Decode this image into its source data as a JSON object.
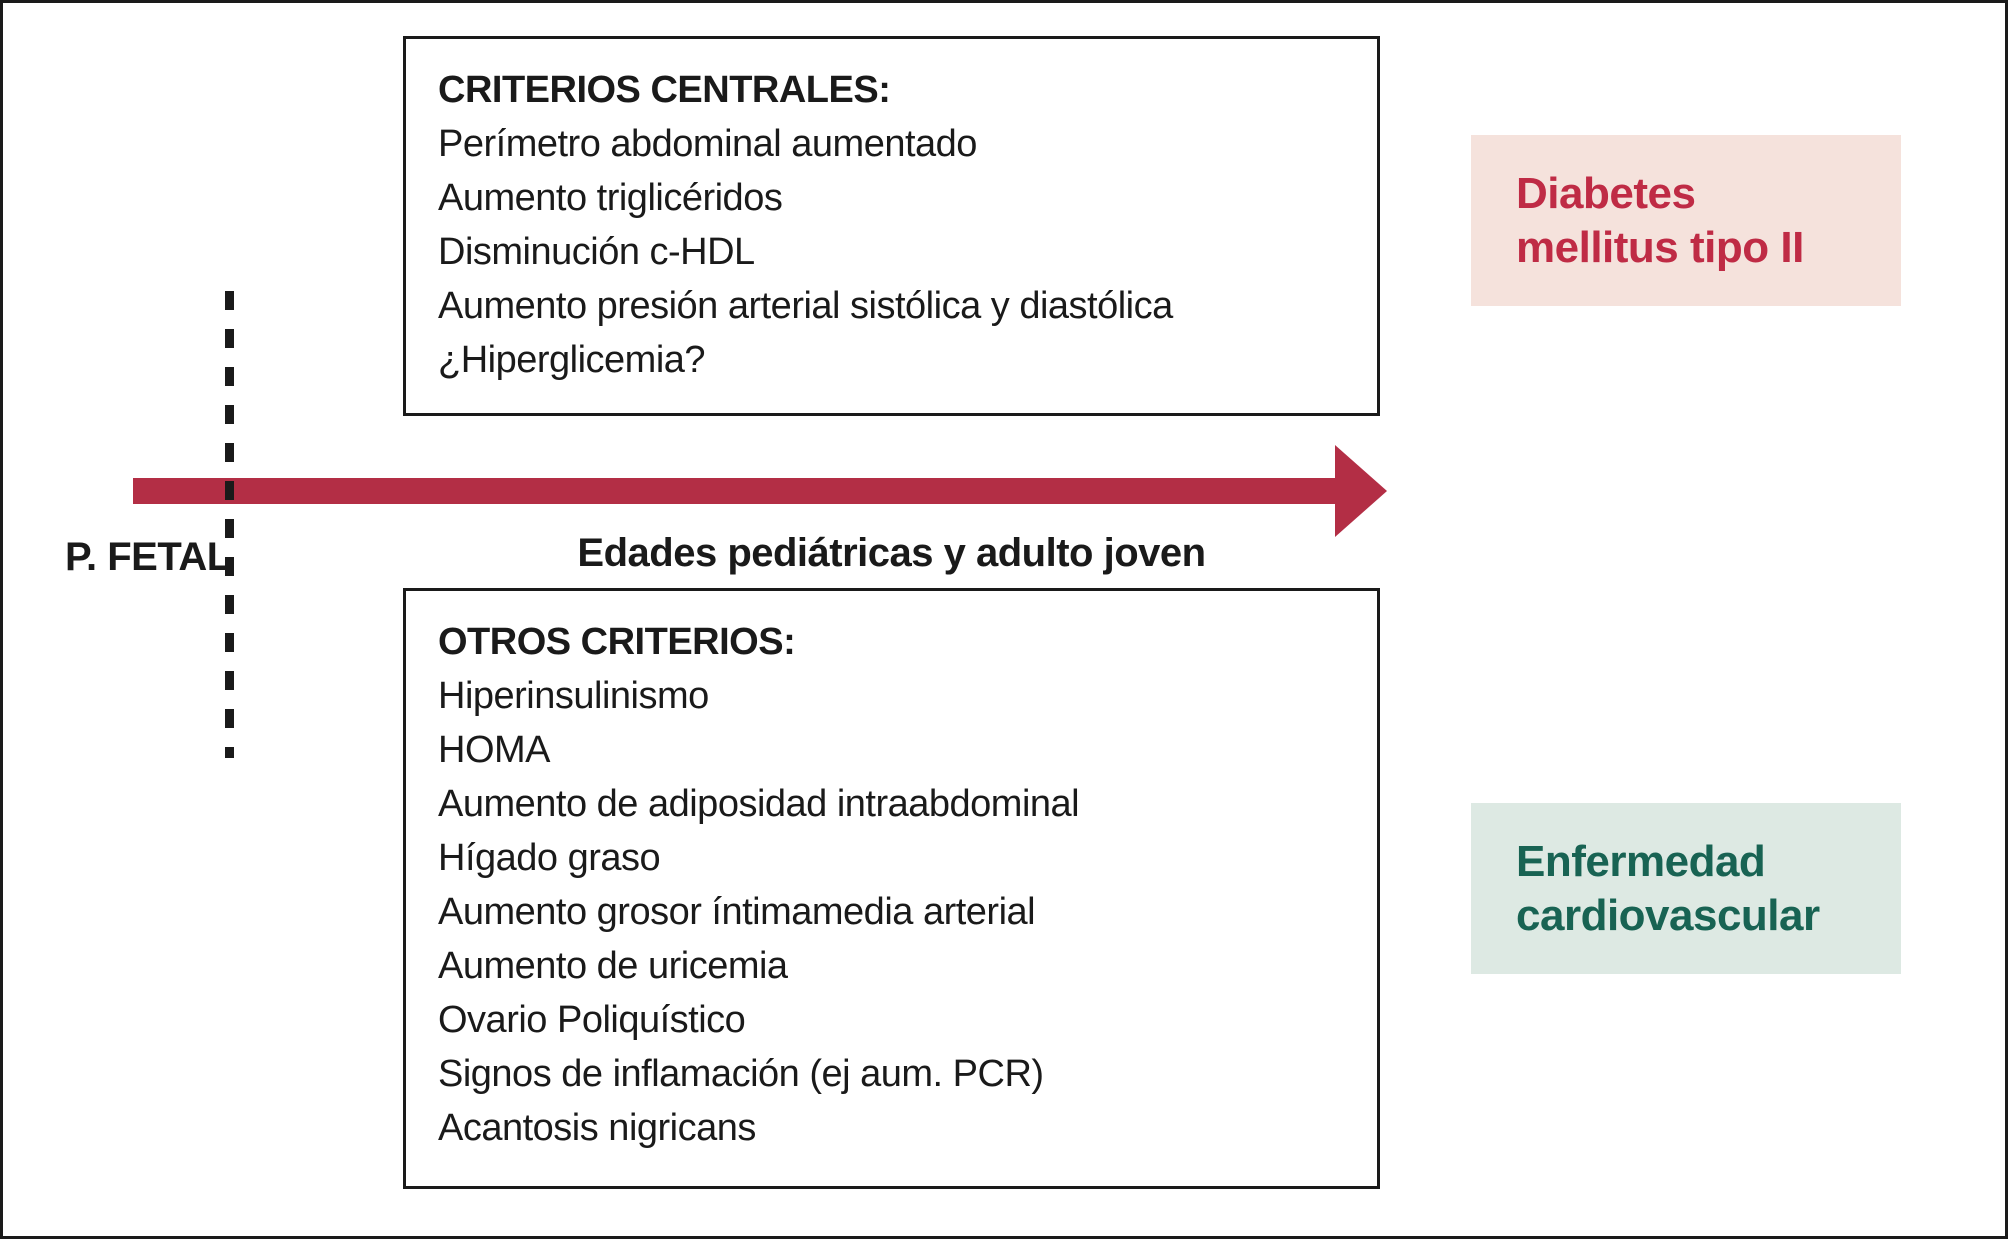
{
  "figure": {
    "fetal_label": "P. FETAL",
    "timeline_label": "Edades pediátricas y adulto joven",
    "central_criteria": {
      "title": "CRITERIOS CENTRALES:",
      "items": [
        "Perímetro abdominal aumentado",
        "Aumento triglicéridos",
        "Disminución c-HDL",
        "Aumento presión arterial sistólica y diastólica",
        "¿Hiperglicemia?"
      ]
    },
    "other_criteria": {
      "title": "OTROS CRITERIOS:",
      "items": [
        "Hiperinsulinismo",
        "HOMA",
        "Aumento de adiposidad intraabdominal",
        "Hígado graso",
        "Aumento grosor íntimamedia arterial",
        "Aumento de uricemia",
        "Ovario Poliquístico",
        "Signos de inflamación (ej aum. PCR)",
        "Acantosis nigricans"
      ]
    },
    "outcomes": {
      "diabetes": {
        "lines": [
          "Diabetes",
          "mellitus tipo II"
        ]
      },
      "cardiovascular": {
        "lines": [
          "Enfermedad",
          "cardiovascular"
        ]
      }
    },
    "colors": {
      "arrow": "#b32e45",
      "diabetes_bg": "#f5e2dc",
      "diabetes_text": "#bf2b45",
      "cardio_bg": "#dde9e3",
      "cardio_text": "#186353",
      "line_black": "#1a1a1a"
    }
  }
}
